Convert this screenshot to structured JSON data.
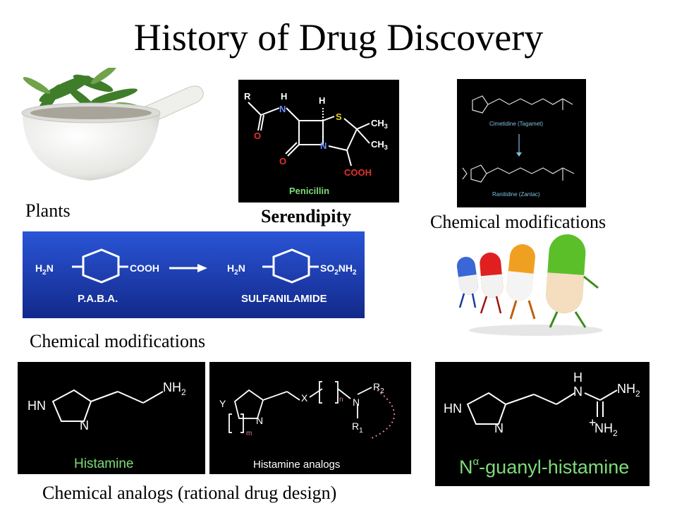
{
  "slide": {
    "title": "History of Drug Discovery"
  },
  "captions": {
    "plants": "Plants",
    "serendipity": "Serendipity",
    "chem_mod_top": "Chemical modifications",
    "chem_mod_mid": "Chemical modifications",
    "analogs": "Chemical analogs (rational drug design)"
  },
  "penicillin": {
    "label": "Penicillin",
    "atoms": {
      "r": "R",
      "h1": "H",
      "n1": "N",
      "h2": "H",
      "s": "S",
      "o1": "O",
      "n2": "N",
      "o2": "O",
      "ch3a": "CH",
      "ch3b": "CH",
      "sub3": "3",
      "cooh": "COOH"
    }
  },
  "cimetidine": {
    "top_label": "Cimetidine (Tagamet)",
    "bottom_label": "Ranitidine (Zantac)"
  },
  "sulfa": {
    "left_formula_h": "H",
    "left_formula_sub": "2",
    "left_formula_n": "N",
    "left_cooh": "COOH",
    "left_name": "P.A.B.A.",
    "right_formula": "SO",
    "right_nh": "NH",
    "right_name": "SULFANILAMIDE"
  },
  "histamine": {
    "label": "Histamine",
    "hn": "HN",
    "n": "N",
    "nh": "NH",
    "sub2": "2"
  },
  "analogs_panel": {
    "label": "Histamine analogs",
    "y": "Y",
    "x": "X",
    "n": "N",
    "n2": "N",
    "r1": "R",
    "r2": "R",
    "sub1": "1",
    "sub2": "2",
    "m": "m",
    "nsub": "n"
  },
  "guanyl": {
    "label_pre": "N",
    "label_sup": "α",
    "label_post": "-guanyl-histamine",
    "h": "H",
    "n_top": "N",
    "hn": "HN",
    "n": "N",
    "nh2": "NH",
    "sub2a": "2",
    "plus": "+",
    "nh2b": "NH",
    "sub2b": "2"
  },
  "colors": {
    "slide_bg": "#ffffff",
    "panel_bg": "#000000",
    "sulfa_bg": "#1c3fb0",
    "label_green": "#7ddc7a",
    "bond_white": "#ffffff",
    "oxygen_red": "#e2352b",
    "sulfur_yellow": "#e8d020"
  },
  "icons": [
    "mortar-pestle-icon",
    "capsule-characters-icon"
  ]
}
